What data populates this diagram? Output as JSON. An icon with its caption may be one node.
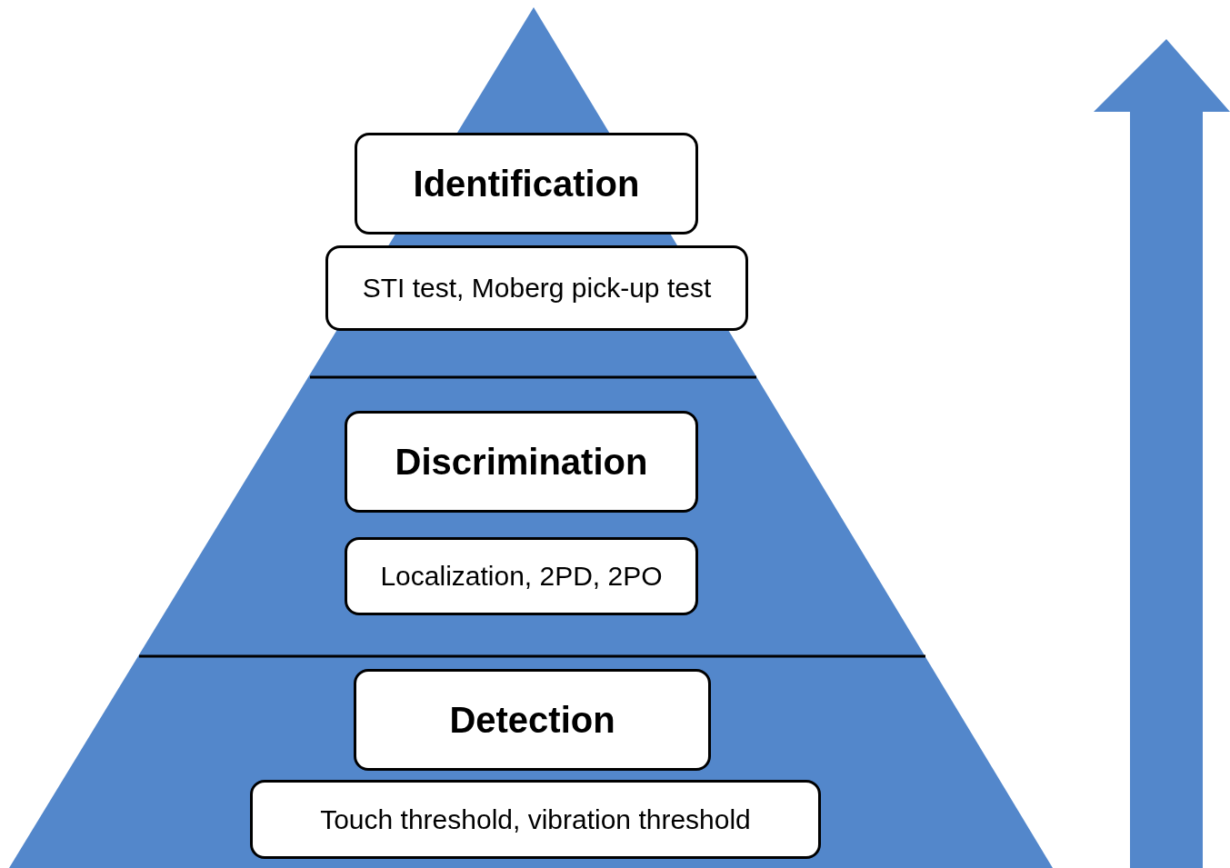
{
  "diagram": {
    "nodes": [
      {
        "text": [
          "Identification"
        ]
      },
      {
        "text": [
          "STI test, Moberg pick-up test"
        ]
      },
      {
        "text": [
          "Discrimination"
        ]
      },
      {
        "text": [
          "Localization, 2PD, 2PO"
        ]
      },
      {
        "text": [
          "Detection"
        ]
      },
      {
        "text": [
          "Touch threshold, vibration threshold"
        ]
      }
    ]
  }
}
